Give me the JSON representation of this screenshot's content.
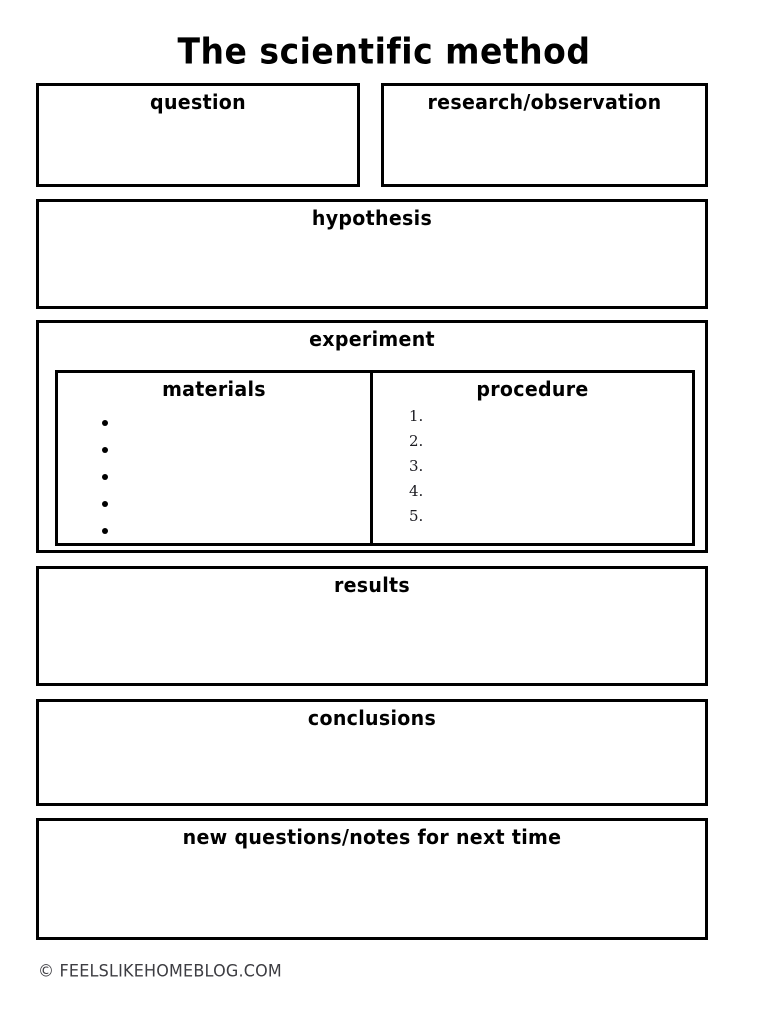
{
  "page": {
    "title": "The scientific method",
    "background_color": "#ffffff",
    "ink_color": "#000000",
    "footer_color": "#3d3d42"
  },
  "sections": {
    "question": {
      "label": "question",
      "value": ""
    },
    "research_observation": {
      "label": "research/observation",
      "value": ""
    },
    "hypothesis": {
      "label": "hypothesis",
      "value": ""
    },
    "experiment": {
      "label": "experiment",
      "materials": {
        "label": "materials",
        "bullets": [
          "",
          "",
          "",
          "",
          ""
        ]
      },
      "procedure": {
        "label": "procedure",
        "steps": [
          "1.",
          "2.",
          "3.",
          "4.",
          "5."
        ]
      }
    },
    "results": {
      "label": "results",
      "value": ""
    },
    "conclusions": {
      "label": "conclusions",
      "value": ""
    },
    "new_questions": {
      "label": "new questions/notes for next time",
      "value": ""
    }
  },
  "footer": {
    "credit": "© FEELSLIKEHOMEBLOG.COM"
  }
}
